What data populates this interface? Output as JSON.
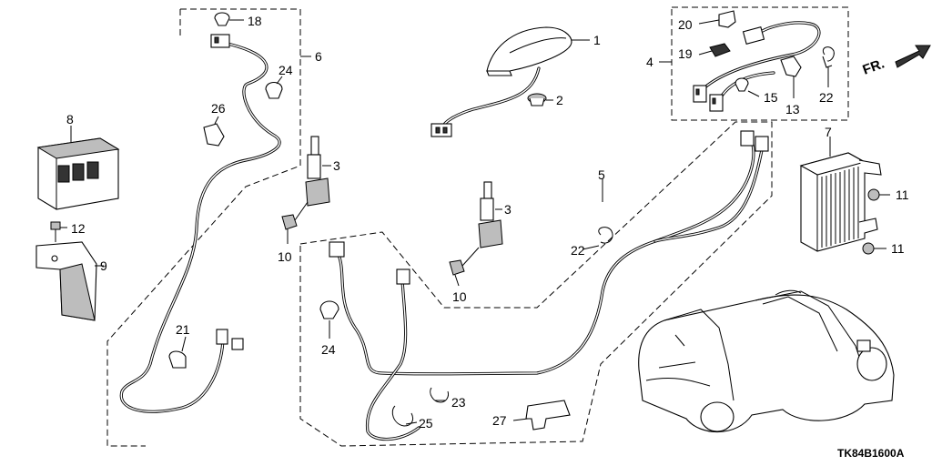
{
  "diagram": {
    "code": "TK84B1600A",
    "direction_label": "FR.",
    "callouts": [
      {
        "id": "c1",
        "label": "1"
      },
      {
        "id": "c2",
        "label": "2"
      },
      {
        "id": "c3a",
        "label": "3"
      },
      {
        "id": "c3b",
        "label": "3"
      },
      {
        "id": "c4",
        "label": "4"
      },
      {
        "id": "c5",
        "label": "5"
      },
      {
        "id": "c6",
        "label": "6"
      },
      {
        "id": "c7",
        "label": "7"
      },
      {
        "id": "c8",
        "label": "8"
      },
      {
        "id": "c9",
        "label": "9"
      },
      {
        "id": "c10a",
        "label": "10"
      },
      {
        "id": "c10b",
        "label": "10"
      },
      {
        "id": "c11a",
        "label": "11"
      },
      {
        "id": "c11b",
        "label": "11"
      },
      {
        "id": "c12",
        "label": "12"
      },
      {
        "id": "c13",
        "label": "13"
      },
      {
        "id": "c15",
        "label": "15"
      },
      {
        "id": "c18",
        "label": "18"
      },
      {
        "id": "c19",
        "label": "19"
      },
      {
        "id": "c20",
        "label": "20"
      },
      {
        "id": "c21",
        "label": "21"
      },
      {
        "id": "c22a",
        "label": "22"
      },
      {
        "id": "c22b",
        "label": "22"
      },
      {
        "id": "c23",
        "label": "23"
      },
      {
        "id": "c24a",
        "label": "24"
      },
      {
        "id": "c24b",
        "label": "24"
      },
      {
        "id": "c25",
        "label": "25"
      },
      {
        "id": "c26",
        "label": "26"
      },
      {
        "id": "c27",
        "label": "27"
      }
    ]
  }
}
